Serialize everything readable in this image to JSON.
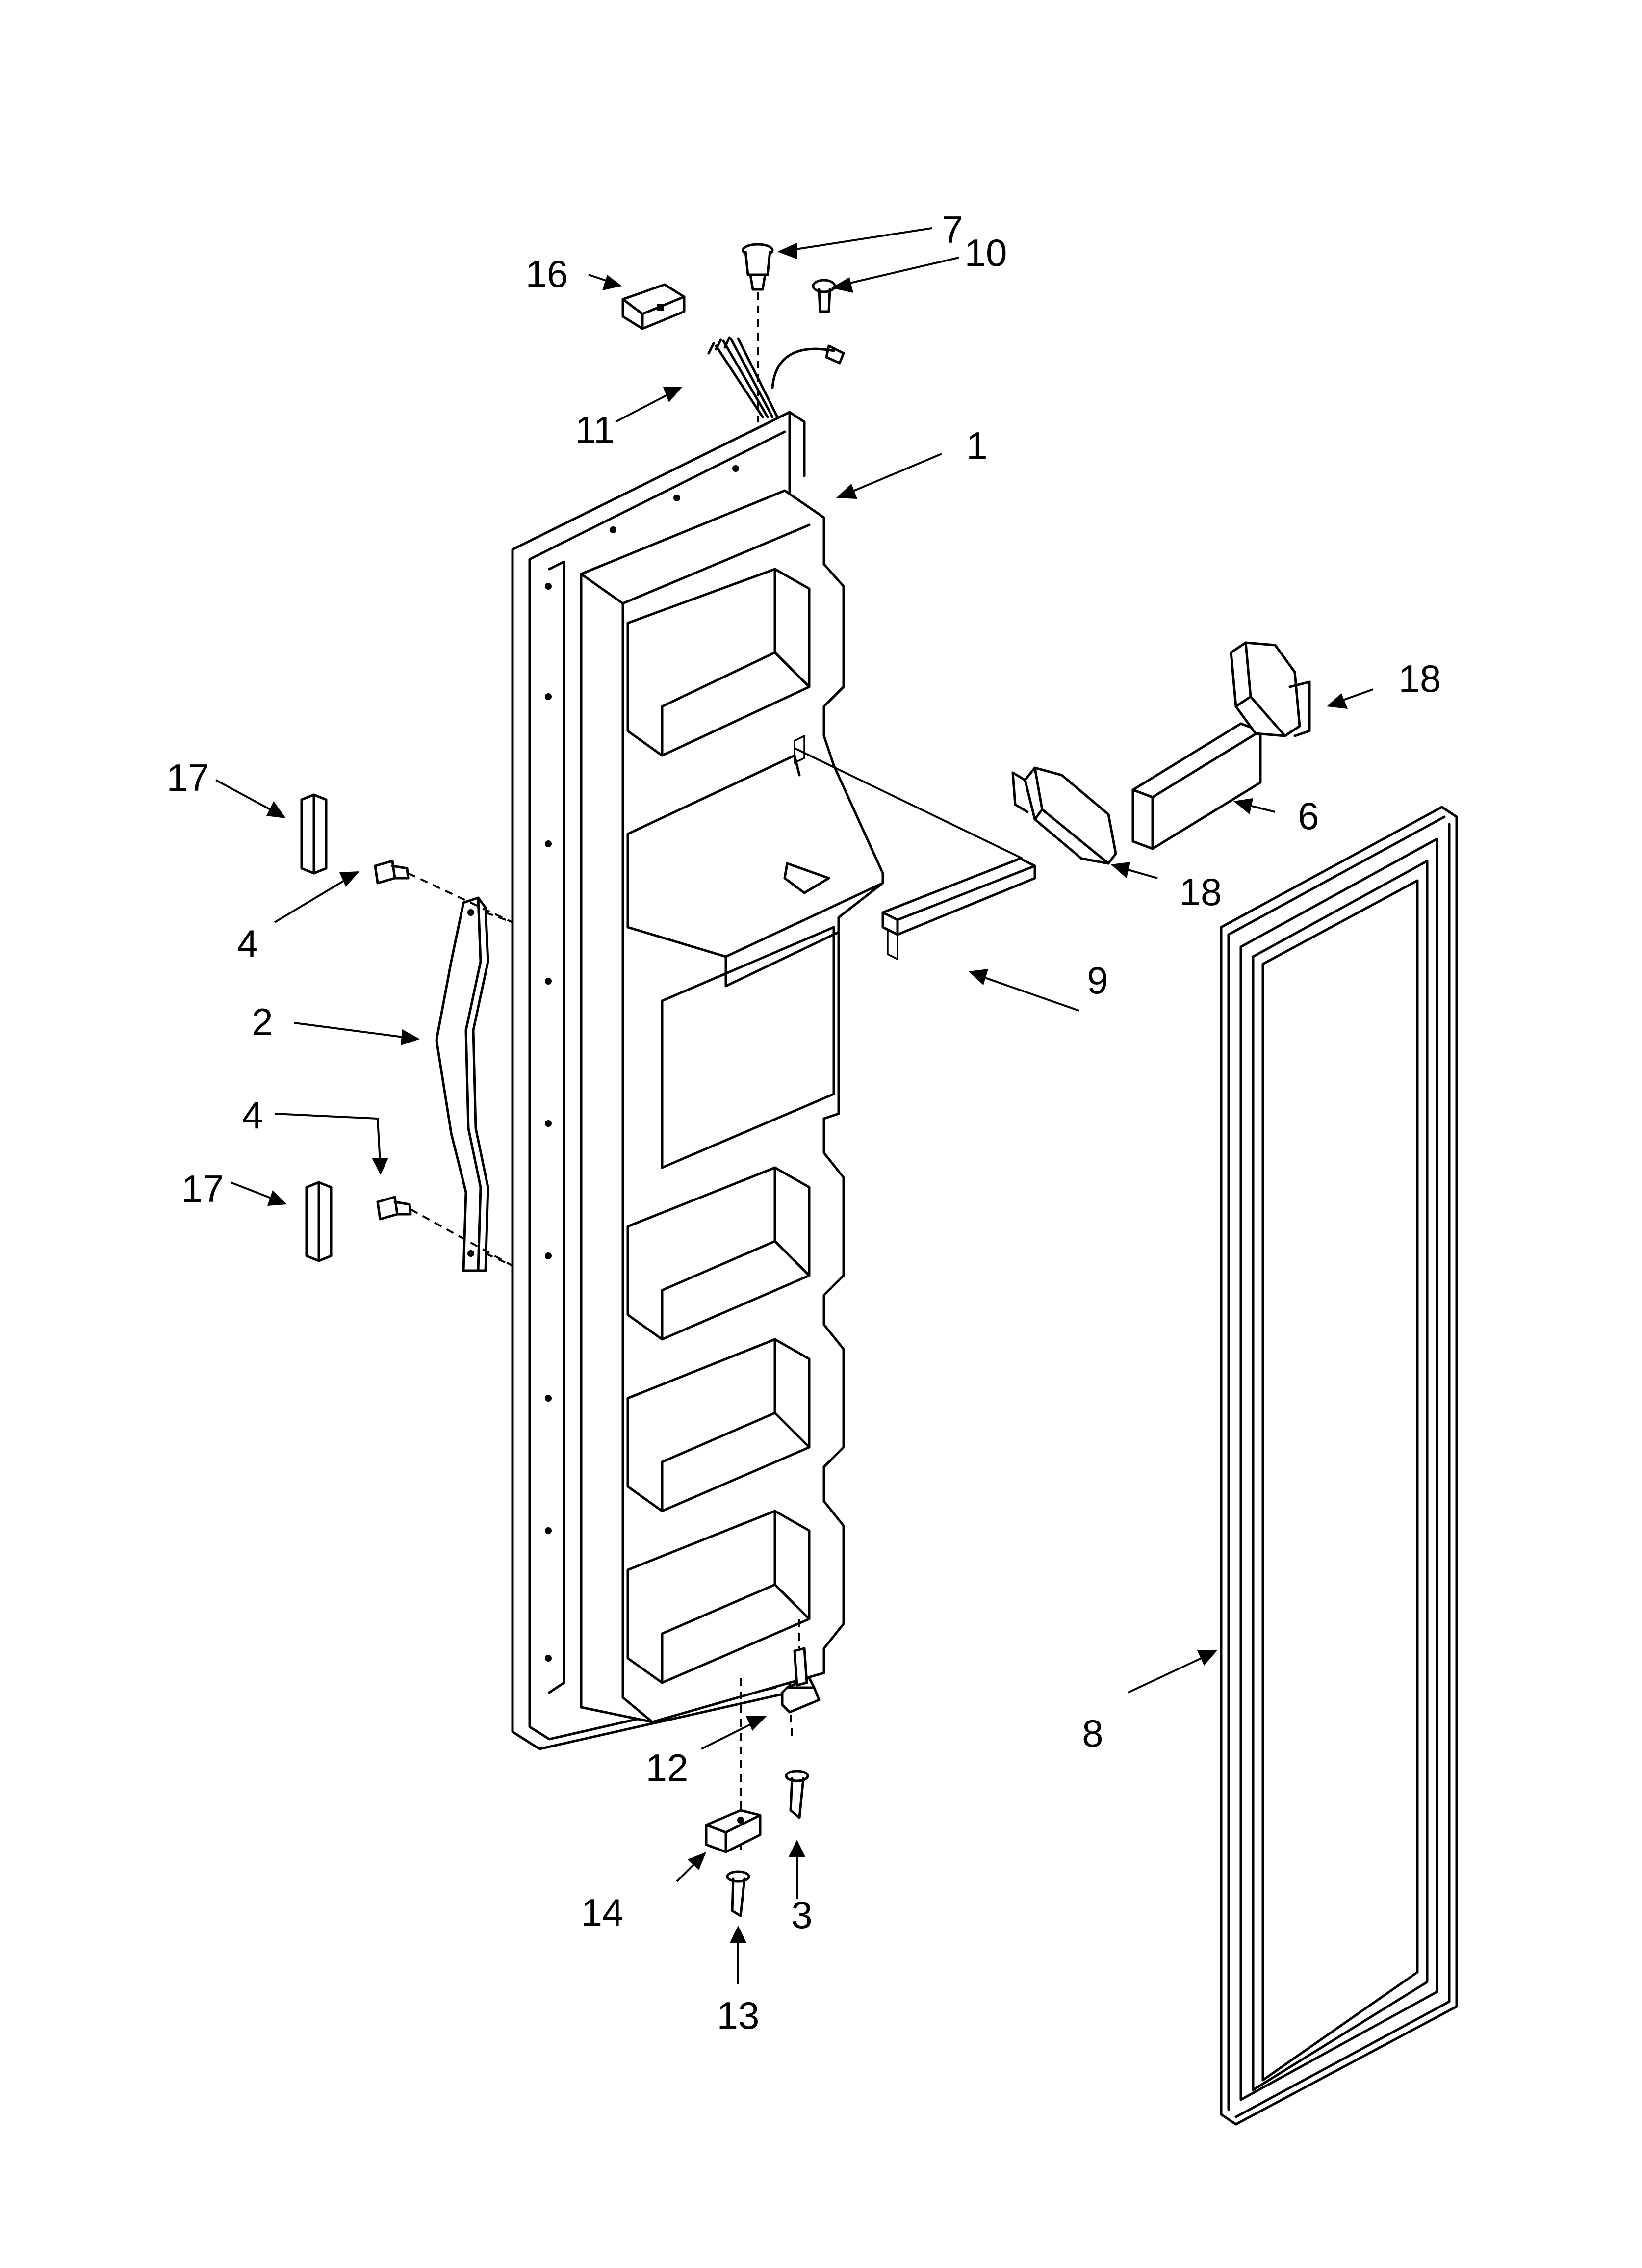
{
  "callouts": [
    {
      "id": "c1",
      "label": "1"
    },
    {
      "id": "c2",
      "label": "2"
    },
    {
      "id": "c3",
      "label": "3"
    },
    {
      "id": "c4a",
      "label": "4"
    },
    {
      "id": "c4b",
      "label": "4"
    },
    {
      "id": "c6",
      "label": "6"
    },
    {
      "id": "c7",
      "label": "7"
    },
    {
      "id": "c8",
      "label": "8"
    },
    {
      "id": "c9",
      "label": "9"
    },
    {
      "id": "c10",
      "label": "10"
    },
    {
      "id": "c11",
      "label": "11"
    },
    {
      "id": "c12",
      "label": "12"
    },
    {
      "id": "c13",
      "label": "13"
    },
    {
      "id": "c14",
      "label": "14"
    },
    {
      "id": "c16",
      "label": "16"
    },
    {
      "id": "c17a",
      "label": "17"
    },
    {
      "id": "c17b",
      "label": "17"
    },
    {
      "id": "c18a",
      "label": "18"
    },
    {
      "id": "c18b",
      "label": "18"
    }
  ]
}
